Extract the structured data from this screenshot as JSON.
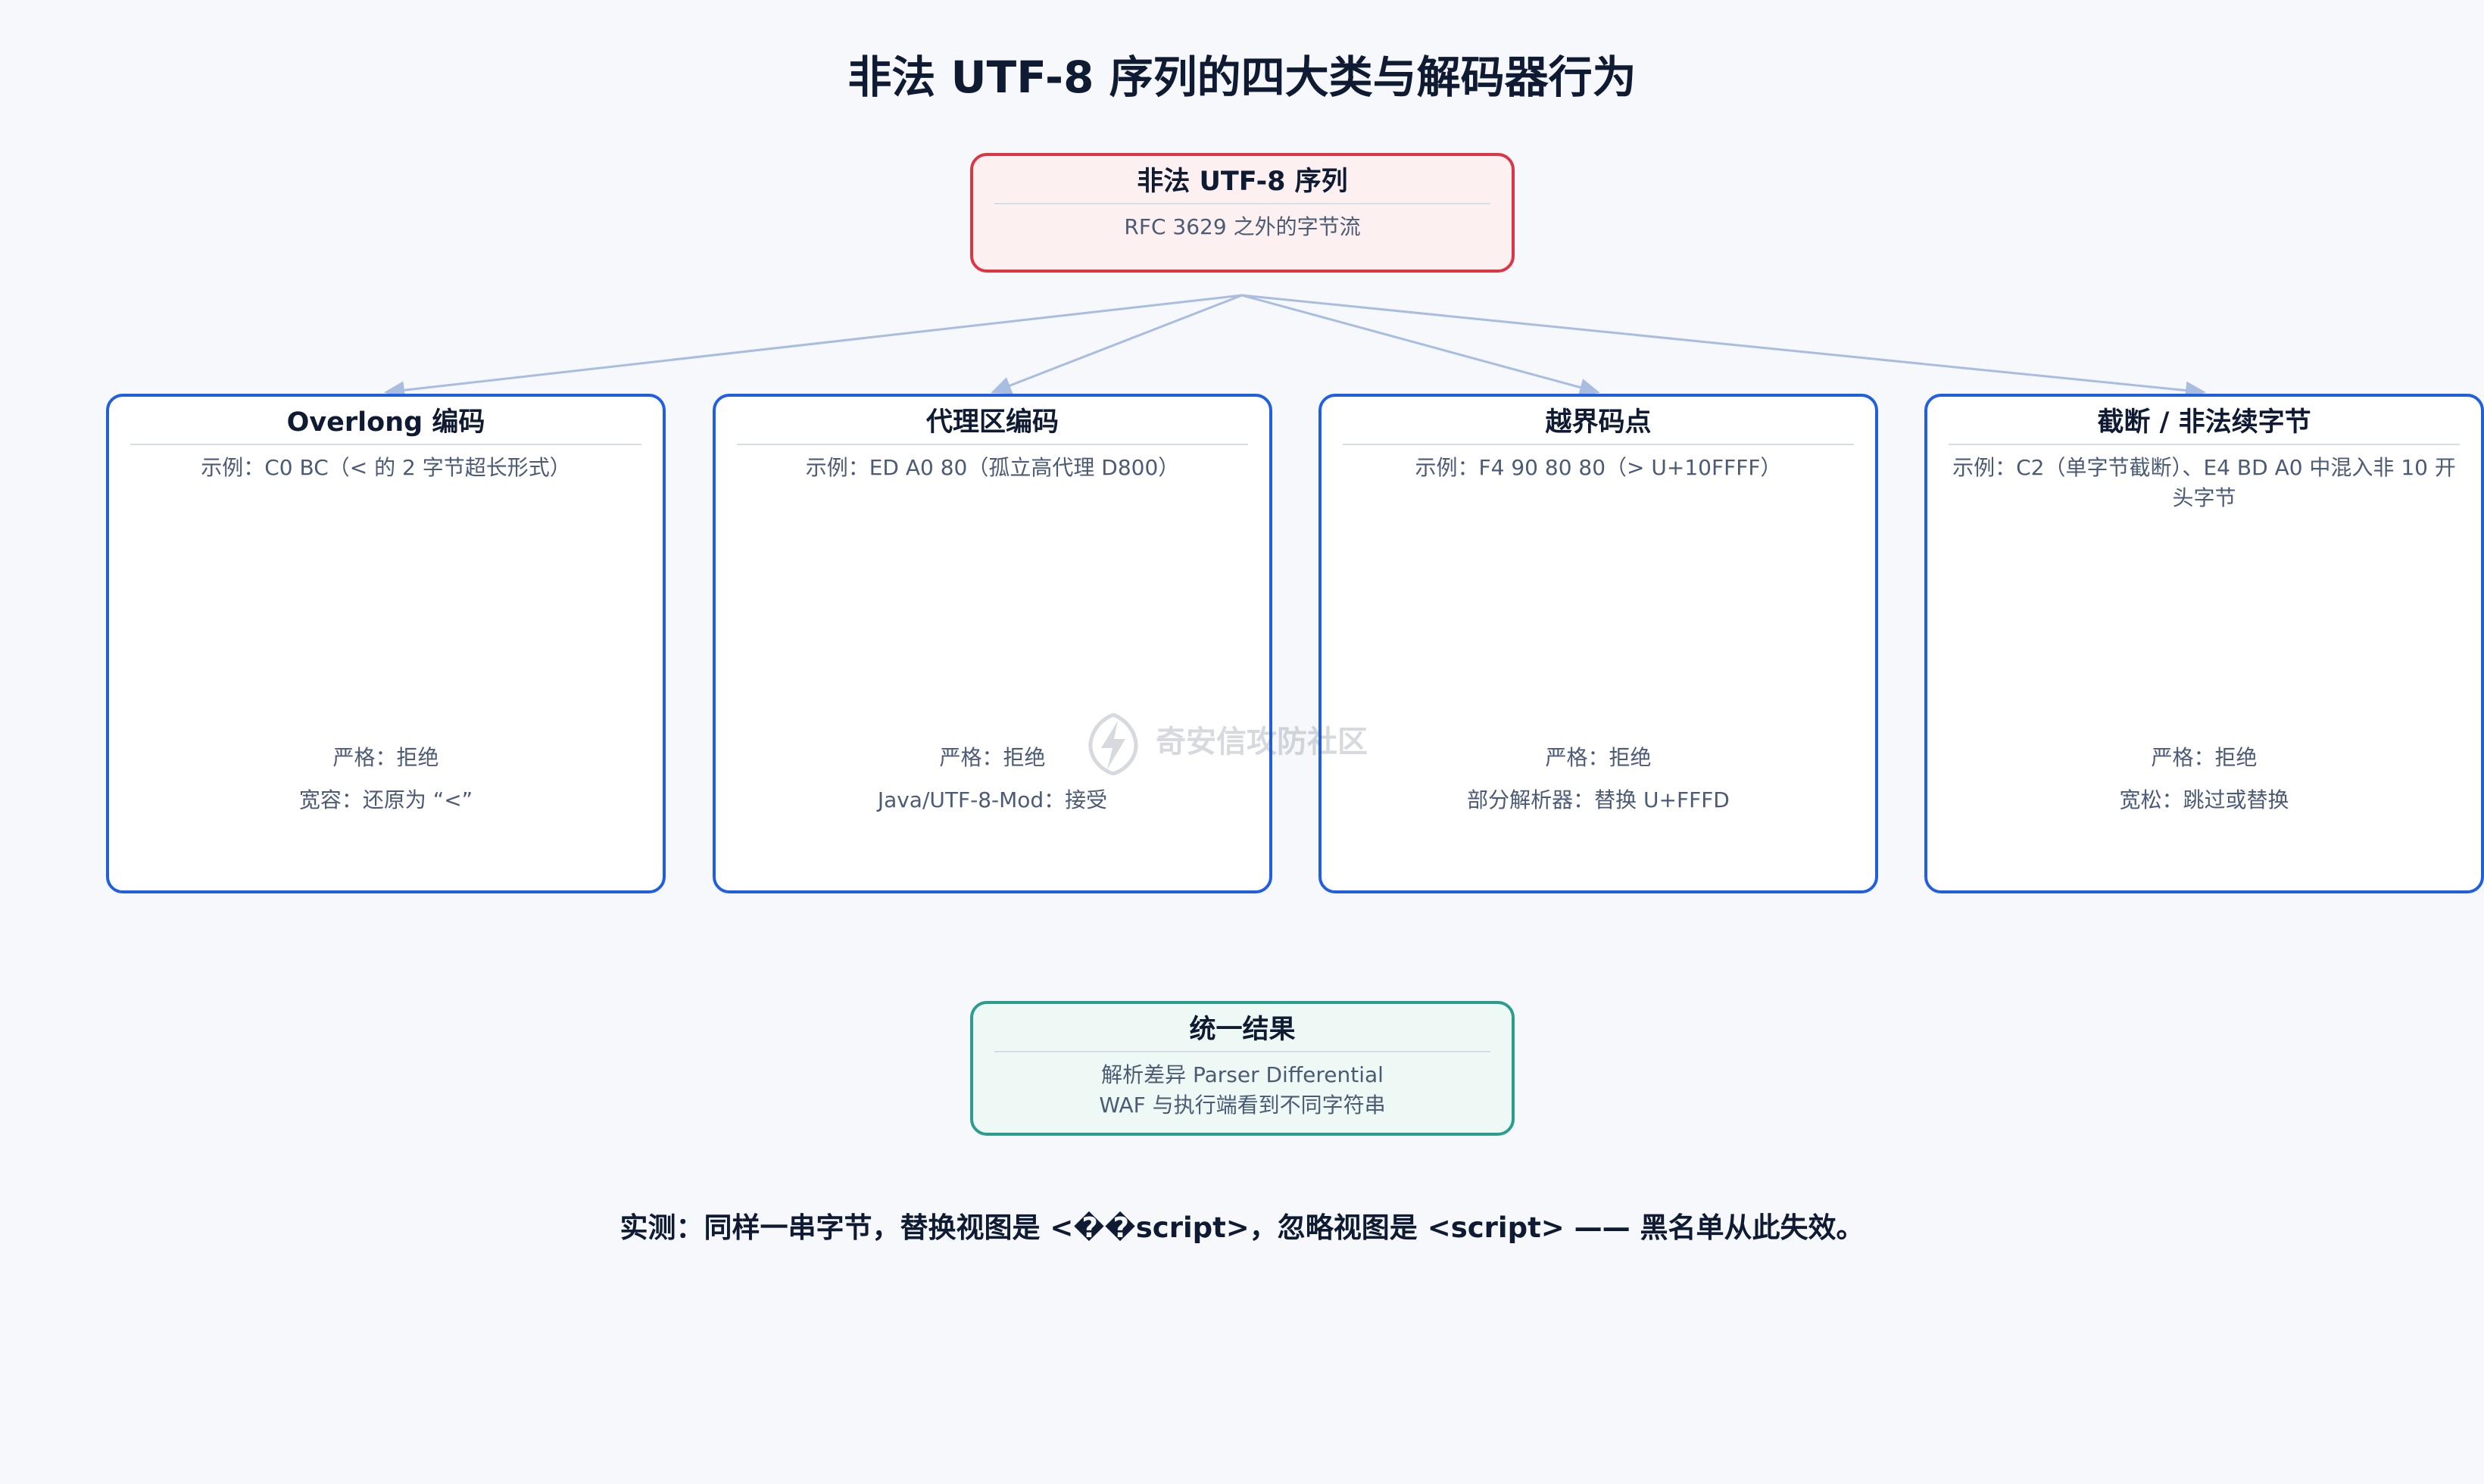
{
  "title": "非法 UTF-8 序列的四大类与解码器行为",
  "top_node": {
    "title": "非法 UTF-8 序列",
    "subtitle": "RFC 3629 之外的字节流"
  },
  "categories": [
    {
      "title": "Overlong 编码",
      "example": "示例：C0 BC（< 的 2 字节超长形式）",
      "lines": [
        "严格：拒绝",
        "宽容：还原为 “<”"
      ]
    },
    {
      "title": "代理区编码",
      "example": "示例：ED A0 80（孤立高代理 D800）",
      "lines": [
        "严格：拒绝",
        "Java/UTF-8-Mod：接受"
      ]
    },
    {
      "title": "越界码点",
      "example": "示例：F4 90 80 80（> U+10FFFF）",
      "lines": [
        "严格：拒绝",
        "部分解析器：替换 U+FFFD"
      ]
    },
    {
      "title": "截断 / 非法续字节",
      "example": "示例：C2（单字节截断）、E4 BD A0 中混入非 10 开头字节",
      "lines": [
        "严格：拒绝",
        "宽松：跳过或替换"
      ]
    }
  ],
  "result_node": {
    "title": "统一结果",
    "line1": "解析差异 Parser Differential",
    "line2": "WAF 与执行端看到不同字符串"
  },
  "footer": "实测：同样一串字节，替换视图是 <��script>，忽略视图是 <script> —— 黑名单从此失效。",
  "watermark": "奇安信攻防社区",
  "colors": {
    "top_border": "#dc3545",
    "category_border": "#1f5fe0",
    "result_border": "#2a9d8f",
    "connector": "#a9bde0"
  }
}
